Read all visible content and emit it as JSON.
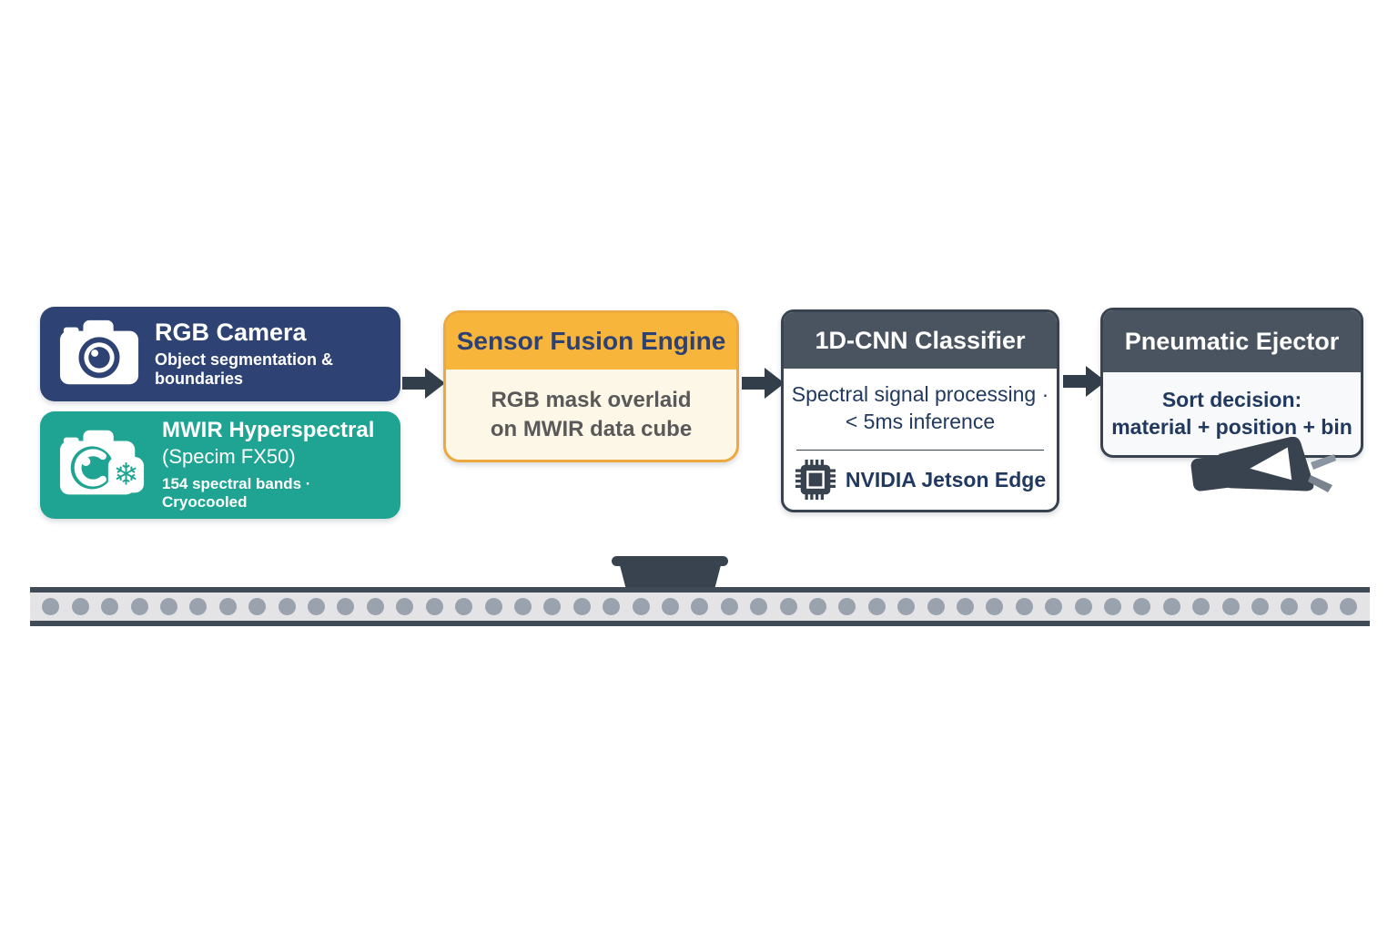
{
  "stages": {
    "rgb_camera": {
      "title": "RGB Camera",
      "subtitle": "Object segmentation & boundaries",
      "color": "#2e4373",
      "icon": "camera-icon"
    },
    "mwir_hyperspectral": {
      "title": "MWIR Hyperspectral",
      "subtitle": "(Specim FX50)",
      "detail": "154 spectral bands · Cryocooled",
      "color": "#1fa493",
      "icon": "camera-snowflake-icon"
    },
    "sensor_fusion": {
      "title": "Sensor Fusion Engine",
      "body_line1": "RGB mask overlaid",
      "body_line2": "on MWIR data cube",
      "header_color": "#f8b53c",
      "body_color": "#fdf7e8",
      "title_color": "#2e4173"
    },
    "classifier": {
      "title": "1D-CNN Classifier",
      "body_line1": "Spectral signal processing ·",
      "body_line2": "< 5ms inference",
      "hardware_label": "NVIDIA Jetson Edge",
      "hardware_icon": "chip-icon",
      "header_color": "#4a5460"
    },
    "ejector": {
      "title": "Pneumatic Ejector",
      "body_line1": "Sort decision:",
      "body_line2": "material + position + bin",
      "icon": "air-nozzle-icon",
      "header_color": "#4a5460"
    }
  },
  "flow": {
    "arrow_icon": "arrow-right-icon",
    "arrow_color": "#333e4b"
  },
  "conveyor": {
    "roller_count": 45,
    "belt_color": "#e4e4e6",
    "edge_color": "#414b58",
    "roller_color": "#9aa2ae",
    "tray_icon": "tray-icon",
    "tray_color": "#39434f"
  }
}
